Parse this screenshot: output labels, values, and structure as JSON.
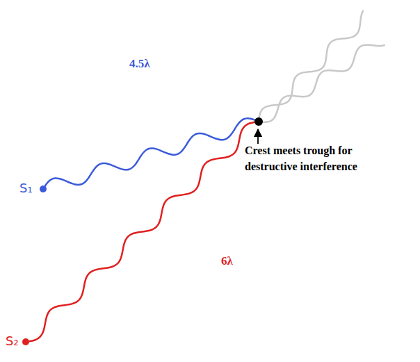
{
  "diagram": {
    "labels": [
      "4.5λ",
      "S₁",
      "6λ",
      "S₂",
      "Crest meets trough for destructive interference"
    ]
  }
}
